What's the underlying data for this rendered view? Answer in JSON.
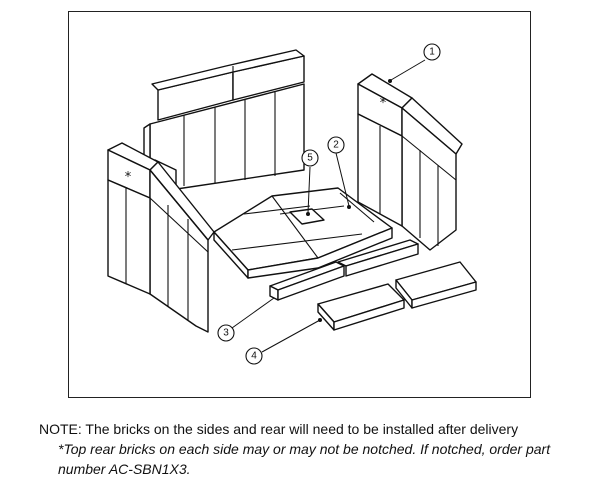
{
  "callouts": [
    {
      "number": "1"
    },
    {
      "number": "2"
    },
    {
      "number": "3"
    },
    {
      "number": "4"
    },
    {
      "number": "5"
    }
  ],
  "notch_marker": "*",
  "note": "NOTE: The bricks on the sides and rear will need to be installed after delivery",
  "footnote": "*Top rear bricks on each side may or may not be notched. If notched, order part number AC-SBN1X3."
}
